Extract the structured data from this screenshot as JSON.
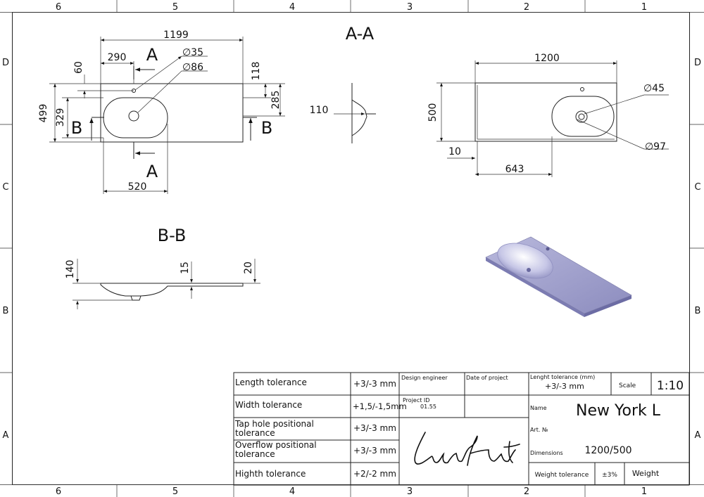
{
  "frame": {
    "top_columns": [
      "6",
      "5",
      "4",
      "3",
      "2",
      "1"
    ],
    "bottom_columns": [
      "6",
      "5",
      "4",
      "3",
      "2",
      "1"
    ],
    "left_rows": [
      "D",
      "C",
      "B",
      "A"
    ],
    "right_rows": [
      "D",
      "C",
      "B",
      "A"
    ]
  },
  "plan_view": {
    "section_title": "A-A",
    "section_mark_top": "A",
    "section_mark_bottom": "A",
    "section_mark_left": "B",
    "section_mark_right": "B",
    "dim_total_length": "1199",
    "dim_tap_offset": "290",
    "dim_tap_diameter": "∅35",
    "dim_drain_diameter": "∅86",
    "dim_tap_from_top": "60",
    "dim_overflow_from_top": "118",
    "dim_depth": "499",
    "dim_bowl_width": "329",
    "dim_bowl_length": "520",
    "dim_drain_from_top": "285"
  },
  "side_section": {
    "dim_depth": "110"
  },
  "top_view": {
    "dim_length": "1200",
    "dim_width": "500",
    "dim_hole_diameter": "∅45",
    "dim_bowl_diameter": "∅97",
    "dim_edge": "10",
    "dim_offset": "643"
  },
  "section_bb": {
    "title": "B-B",
    "dim_height": "140",
    "dim_thickness_a": "15",
    "dim_thickness_b": "20"
  },
  "title_block": {
    "length_tolerance_label": "Length tolerance",
    "length_tolerance_value": "+3/-3 mm",
    "width_tolerance_label": "Width tolerance",
    "width_tolerance_value": "+1,5/-1,5mm",
    "tap_tolerance_label_1": "Tap hole positional",
    "tap_tolerance_label_2": "tolerance",
    "tap_tolerance_value": "+3/-3 mm",
    "overflow_tolerance_label_1": "Overflow positional",
    "overflow_tolerance_label_2": "tolerance",
    "overflow_tolerance_value": "+3/-3 mm",
    "height_tolerance_label": "Highth tolerance",
    "height_tolerance_value": "+2/-2 mm",
    "design_engineer_label": "Design engineer",
    "date_label": "Date of project",
    "project_id_label": "Project ID",
    "project_id_value": "01.55",
    "lenght_tolerance_label": "Lenght tolerance (mm)",
    "lenght_tolerance_value": "+3/-3 mm",
    "scale_label": "Scale",
    "scale_value": "1:10",
    "name_label": "Name",
    "name_value": "New York L",
    "art_label": "Art. №",
    "dimensions_label": "Dimensions",
    "dimensions_value": "1200/500",
    "weight_tolerance_label": "Weight tolerance",
    "weight_tolerance_value": "±3%",
    "weight_label": "Weight",
    "signature": "LunArt"
  }
}
